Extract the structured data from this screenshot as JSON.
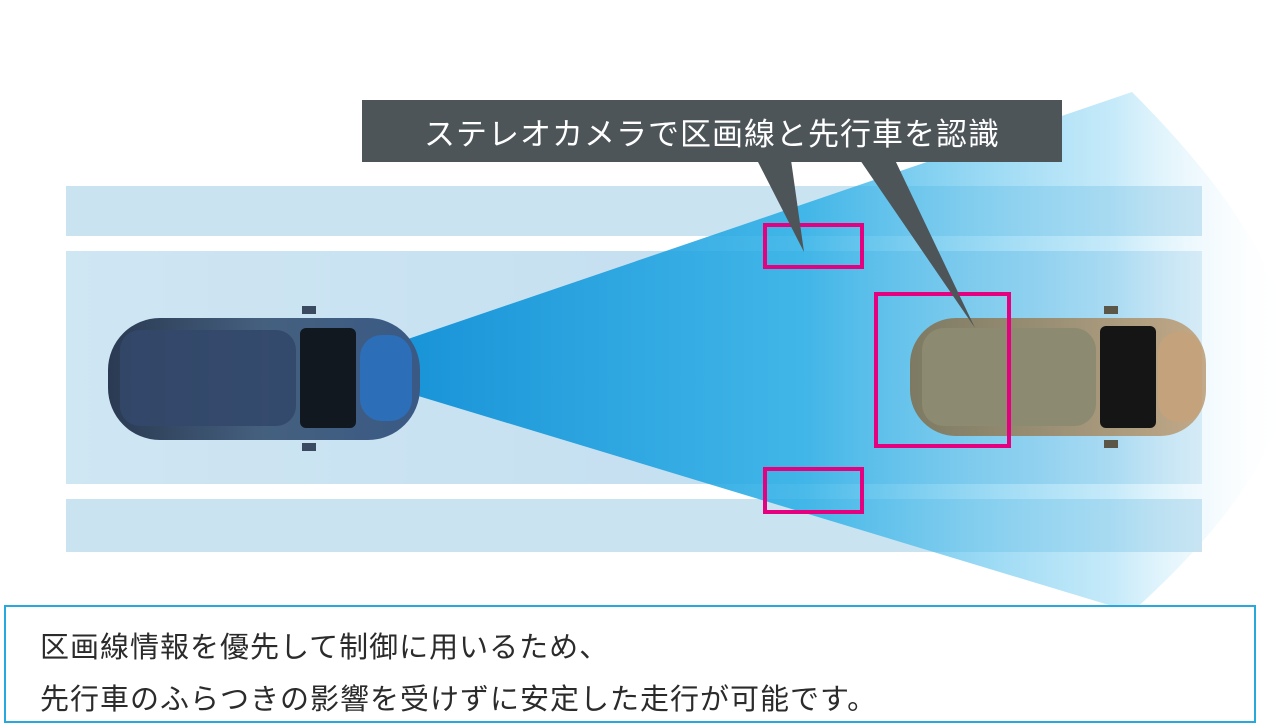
{
  "callout": {
    "text": "ステレオカメラで区画線と先行車を認識"
  },
  "caption": {
    "lines": [
      "区画線情報を優先して制御に用いるため、",
      "先行車のふらつきの影響を受けずに安定した走行が可能です。"
    ]
  },
  "colors": {
    "lane_stripe": "#c9e3f1",
    "road": "#b9daef",
    "camera_beam": "#2fb0e6",
    "detection_box": "#e4007f",
    "callout_bg": "#4d5559",
    "caption_border": "#29a8de",
    "own_car": "#3a4f6b",
    "lead_car": "#a89a7c"
  },
  "icons": {
    "own_vehicle": "car-top-view-icon",
    "lead_vehicle": "car-top-view-icon"
  }
}
